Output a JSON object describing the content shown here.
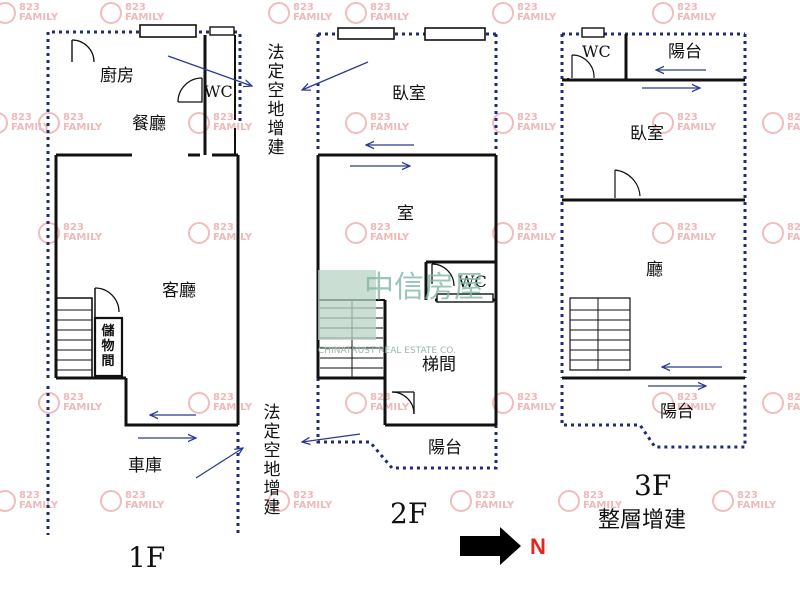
{
  "floors": {
    "f1": {
      "caption": "1F",
      "rooms": {
        "kitchen": "廚房",
        "wc": "WC",
        "dining": "餐廳",
        "living": "客廳",
        "storage": "儲物間",
        "garage": "車庫"
      },
      "legal_top": "法定空地增建",
      "legal_bottom": "法定空地增建"
    },
    "f2": {
      "caption": "2F",
      "rooms": {
        "bedroom": "臥室",
        "room": "室",
        "wc": "WC",
        "stairs": "梯間",
        "balcony": "陽台"
      }
    },
    "f3": {
      "caption": "3F",
      "note": "整層增建",
      "rooms": {
        "wc": "WC",
        "balcony_top": "陽台",
        "bedroom": "臥室",
        "hall": "廳",
        "balcony_bottom": "陽台"
      }
    }
  },
  "logo": {
    "chinese": "中信房屋",
    "english": "CHINATRUST REAL ESTATE CO."
  },
  "watermark": {
    "text_top": "823",
    "text_bottom": "FAMILY"
  },
  "north": {
    "label": "N"
  },
  "colors": {
    "wall": "#111111",
    "boundary": "#1f2a7a",
    "arrow": "#2b3b8f",
    "watermark": "#f0b8b8",
    "north": "#e8241c"
  }
}
